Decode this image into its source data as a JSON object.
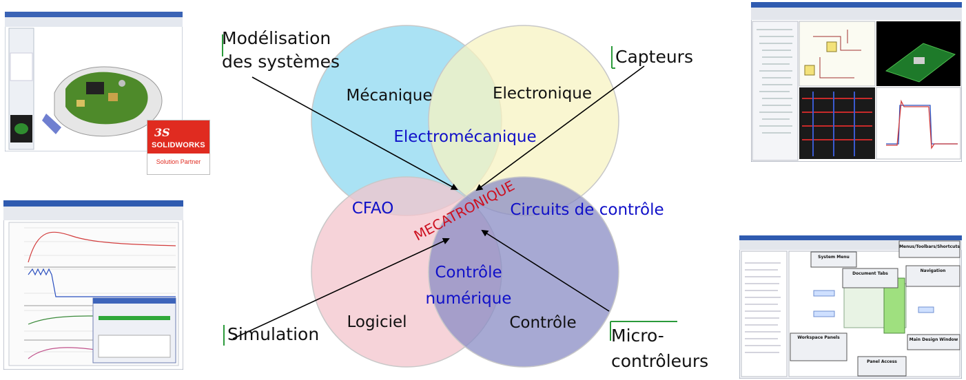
{
  "diagram": {
    "circles": [
      {
        "id": "mecanique",
        "label": "Mécanique",
        "color": "#8ed8f0"
      },
      {
        "id": "electronique",
        "label": "Electronique",
        "color": "#f7f3c2"
      },
      {
        "id": "logiciel",
        "label": "Logiciel",
        "color": "#f3c4cc"
      },
      {
        "id": "controle",
        "label": "Contrôle",
        "color": "#8a8cc4"
      }
    ],
    "overlaps": {
      "electromecanique": "Electromécanique",
      "cfao": "CFAO",
      "circuits": "Circuits de contrôle",
      "controle_numerique_1": "Contrôle",
      "controle_numerique_2": "numérique"
    },
    "center": "MECATRONIQUE",
    "callouts": {
      "modelisation_1": "Modélisation",
      "modelisation_2": "des systèmes",
      "capteurs": "Capteurs",
      "simulation": "Simulation",
      "micro_1": "Micro-",
      "micro_2": "contrôleurs"
    },
    "overlap_text_color": "#1010c8",
    "center_text_color": "#cc1020"
  },
  "badge": {
    "logo_mark": "3S",
    "brand": "SOLIDWORKS",
    "subtitle": "Solution Partner"
  },
  "thumbnails": {
    "altium_panels": {
      "heading": "Menus/Toolbars/Shortcuts",
      "system_menu": "System Menu",
      "document_tabs": "Document Tabs",
      "navigation": "Navigation",
      "workspace_panels": "Workspace Panels",
      "main_design_window": "Main Design Window",
      "panel_access": "Panel Access"
    }
  }
}
